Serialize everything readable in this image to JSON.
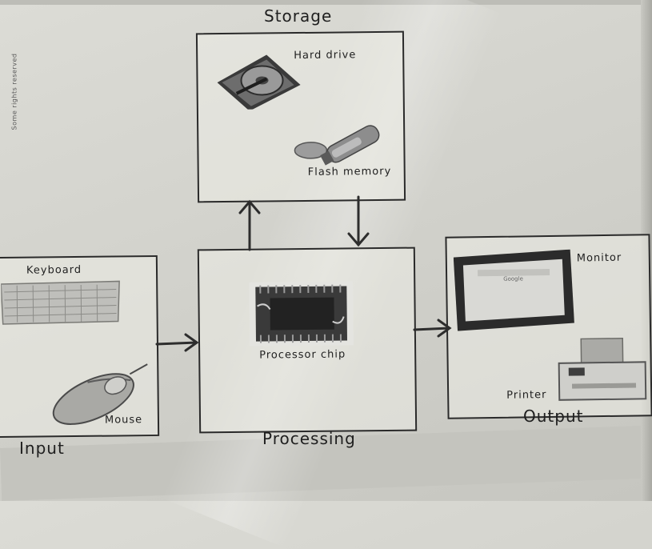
{
  "storage": {
    "title": "Storage",
    "hard_drive": "Hard drive",
    "flash_memory": "Flash memory"
  },
  "processing": {
    "title": "Processing",
    "processor_chip": "Processor chip"
  },
  "input": {
    "title": "Input",
    "keyboard": "Keyboard",
    "mouse": "Mouse"
  },
  "output": {
    "title": "Output",
    "monitor": "Monitor",
    "printer": "Printer",
    "screen_logo": "Google"
  }
}
